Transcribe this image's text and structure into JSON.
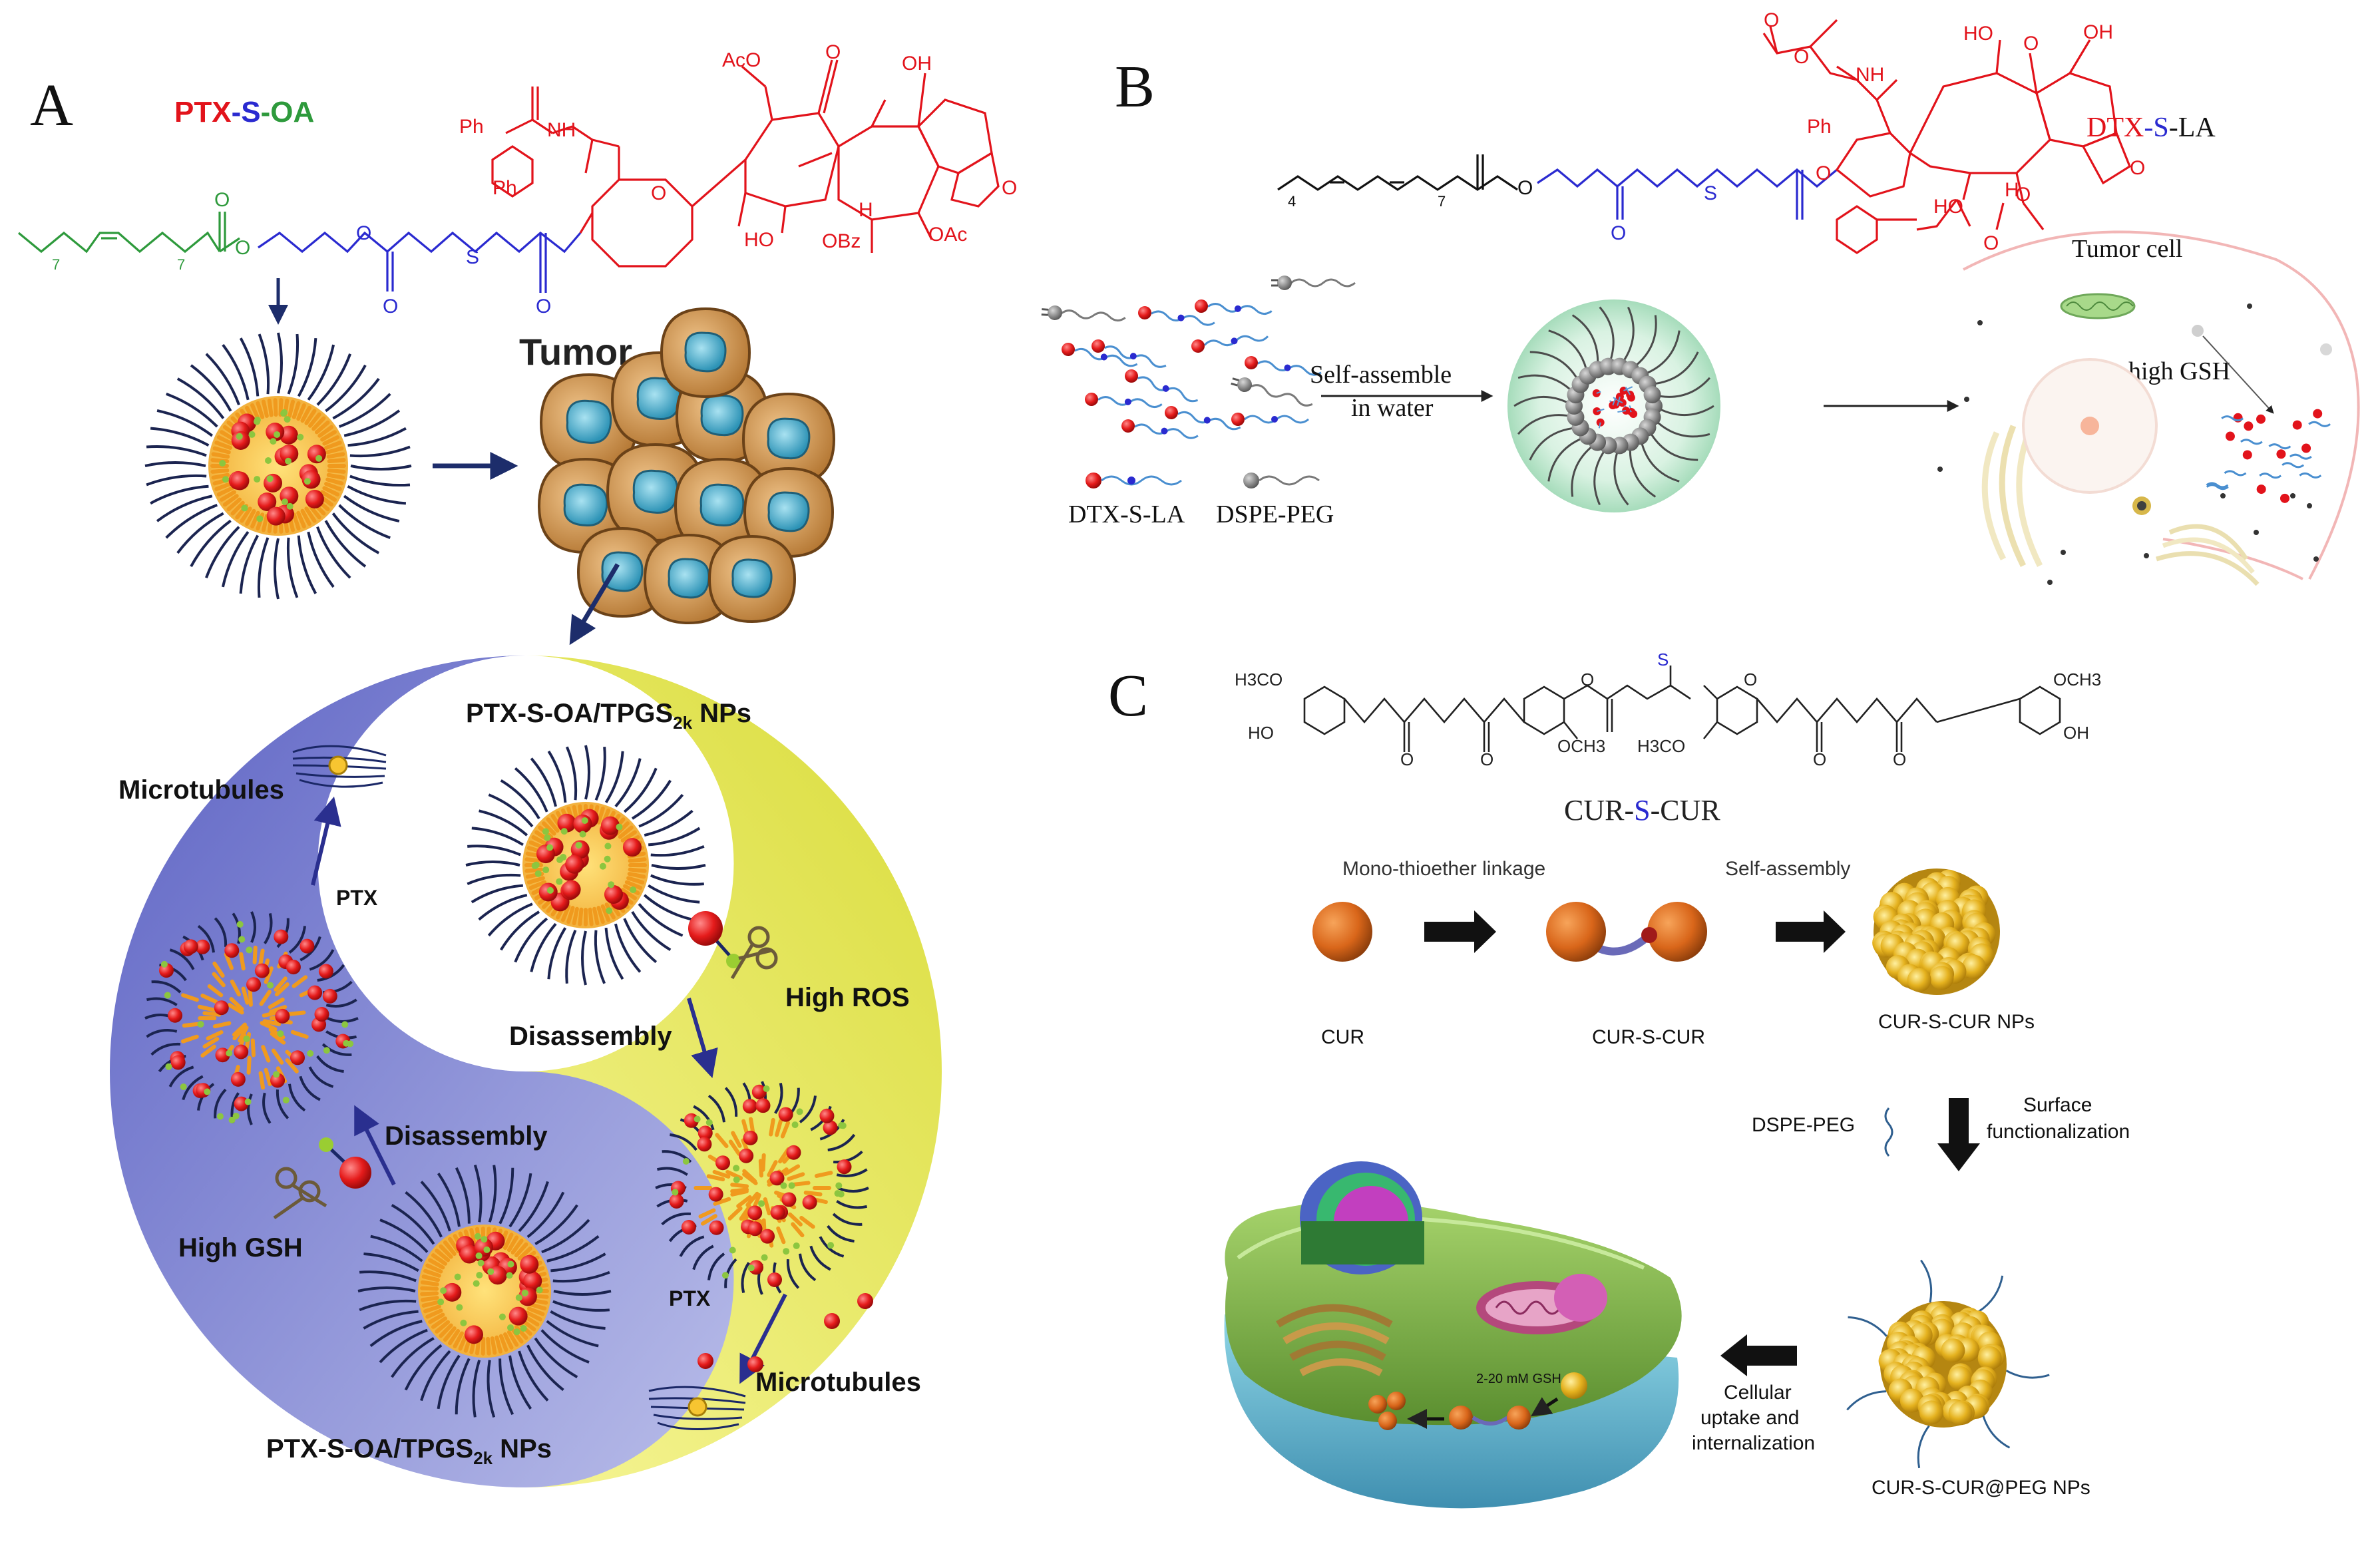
{
  "colors": {
    "drug_red": "#e2131b",
    "linker_blue": "#2a2ad0",
    "lipid_green": "#2e9a3c",
    "arrow_navy": "#1d2d6b",
    "yin_blue": "#7f86d6",
    "yang_yellow": "#f3f067",
    "cur_orange": "#d2691e",
    "np_gold": "#e8b320"
  },
  "panel_a": {
    "letter": "A",
    "title_parts": [
      "PTX",
      "-",
      "S",
      "-",
      "OA"
    ],
    "chem": {
      "ac_o": "AcO",
      "o1": "O",
      "oh": "OH",
      "ph_top": "Ph",
      "nh": "NH",
      "ph_bottom": "Ph",
      "ho": "HO",
      "obz": "OBz",
      "h": "H",
      "oac": "OAc",
      "o_ring": "O",
      "o_ester": "O",
      "o_link1": "O",
      "o_link2": "O",
      "o_carbonyl1": "O",
      "s": "S",
      "o_carbonyl2": "O",
      "o_carbonyl3": "O",
      "sub7a": "7",
      "sub7b": "7"
    },
    "tumor": "Tumor",
    "np_label_top": [
      "PTX-S-OA/TPGS",
      "2k",
      " NPs"
    ],
    "microtubules_left": "Microtubules",
    "ptx_left": "PTX",
    "disassembly_left": "Disassembly",
    "high_gsh": "High GSH",
    "high_ros": "High ROS",
    "disassembly_right": "Disassembly",
    "ptx_right": "PTX",
    "microtubules_right": "Microtubules",
    "np_label_bottom": [
      "PTX-S-OA/TPGS",
      "2k",
      " NPs"
    ]
  },
  "panel_b": {
    "letter": "B",
    "label_parts": [
      "DTX",
      "-",
      "S",
      "-",
      "LA"
    ],
    "chem": {
      "o1": "O",
      "o2": "O",
      "nh": "NH",
      "ph": "Ph",
      "ho1": "HO",
      "oh": "OH",
      "o3": "O",
      "o4": "O",
      "ho2": "HO",
      "h": "H",
      "o5": "O",
      "o6": "O",
      "o7": "O",
      "o8": "O",
      "s": "S",
      "o9": "O",
      "sub4": "4",
      "sub7": "7"
    },
    "self_assemble": "Self-assemble",
    "in_water": "in water",
    "tumor_cell": "Tumor cell",
    "high_gsh": "high GSH",
    "legend_drug": "DTX-S-LA",
    "legend_peg": "DSPE-PEG"
  },
  "panel_c": {
    "letter": "C",
    "chem": {
      "h3co_left": "H3CO",
      "ho_left": "HO",
      "o_a": "O",
      "o_b": "O",
      "o_c": "O",
      "och3_mid": "OCH3",
      "s": "S",
      "h3co_mid": "H3CO",
      "o_d": "O",
      "o_e": "O",
      "o_f": "O",
      "och3_right": "OCH3",
      "oh_right": "OH"
    },
    "name_parts": [
      "CUR",
      "-",
      "S",
      "-",
      "CUR"
    ],
    "mono_thioether": "Mono-thioether linkage",
    "self_assembly": "Self-assembly",
    "cur": "CUR",
    "cur_s_cur": "CUR-S-CUR",
    "cur_s_cur_nps": "CUR-S-CUR NPs",
    "dspe_peg": "DSPE-PEG",
    "surface_1": "Surface",
    "surface_2": "functionalization",
    "gsh_label": "2-20 mM GSH",
    "cellular_1": "Cellular",
    "cellular_2": "uptake and",
    "cellular_3": "internalization",
    "peg_nps": "CUR-S-CUR@PEG NPs"
  }
}
